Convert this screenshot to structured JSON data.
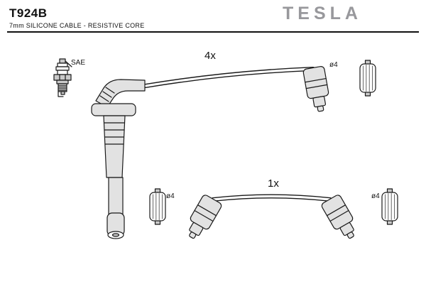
{
  "header": {
    "part_number": "T924B",
    "subtitle": "7mm SILICONE CABLE - RESISTIVE CORE",
    "brand": "TESLA"
  },
  "labels": {
    "spark_plug": "SAE",
    "main_cable_quantity": "4x",
    "single_cable_quantity": "1x",
    "terminal_top": "ø4",
    "terminal_bottom_left": "ø4",
    "terminal_bottom_right": "ø4"
  },
  "colors": {
    "brand_gray": "#98989c",
    "outline": "#1a1a1a",
    "boot_fill": "#e2e2e2",
    "background": "#ffffff"
  }
}
